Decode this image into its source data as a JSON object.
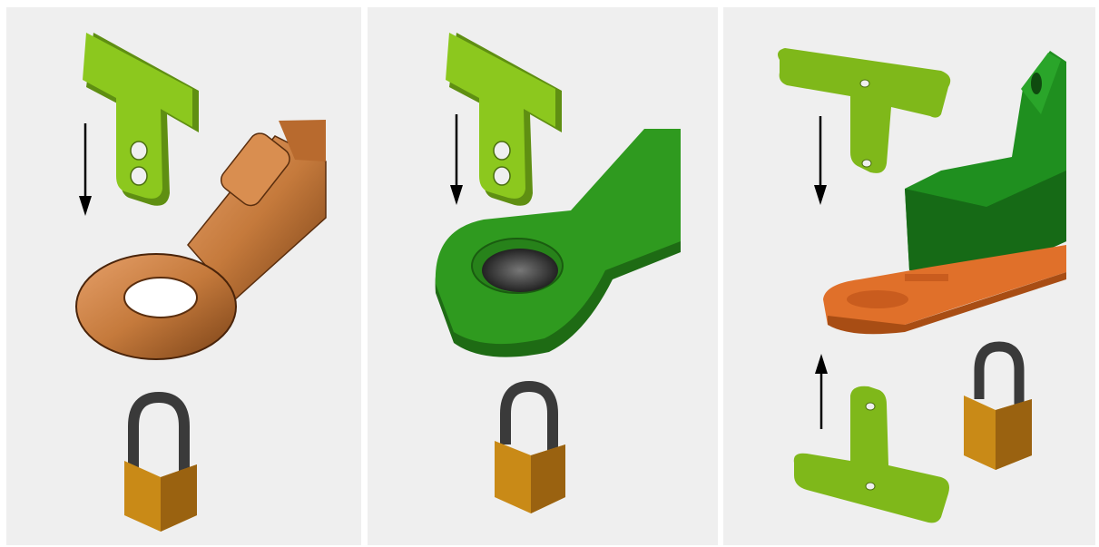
{
  "panels": [
    {
      "id": "panel-1",
      "name": "panel-eye-bolt",
      "parts": [
        "lockout-tag",
        "down-arrow",
        "eye-bolt",
        "padlock"
      ]
    },
    {
      "id": "panel-2",
      "name": "panel-lever-handle",
      "parts": [
        "lockout-tag",
        "down-arrow",
        "lever-handle",
        "padlock"
      ]
    },
    {
      "id": "panel-3",
      "name": "panel-bracket-assembly",
      "parts": [
        "lockout-tag-top",
        "down-arrow",
        "green-housing",
        "orange-bracket",
        "up-arrow",
        "lockout-tag-bottom",
        "padlock"
      ]
    }
  ],
  "colors": {
    "panel_background": "#efefef",
    "tag_green": "#8cc81e",
    "tag_green_dark": "#5f8f12",
    "copper": "#c57a3c",
    "copper_dark": "#7a4217",
    "lever_green": "#2f9a1f",
    "lever_green_dark": "#1e6b14",
    "housing_green": "#1f8f1f",
    "bracket_orange": "#e0702a",
    "padlock_brass": "#c98a17",
    "padlock_shackle": "#3a3a3a",
    "arrow": "#000000"
  }
}
